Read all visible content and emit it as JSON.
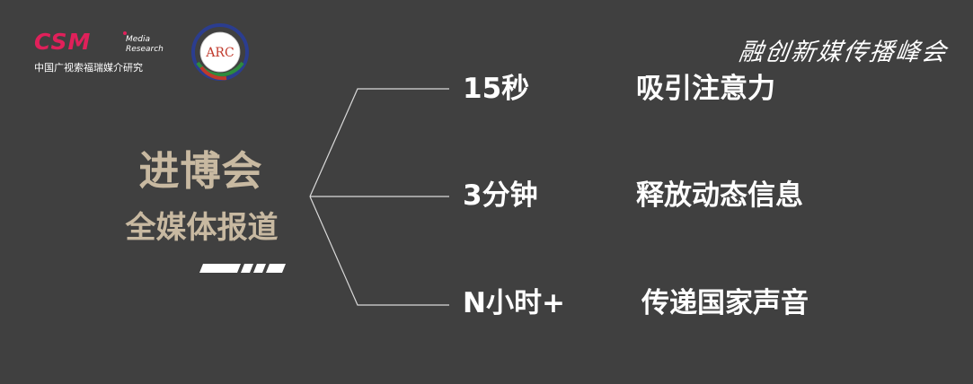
{
  "logos": {
    "csm_mark": "CSM",
    "csm_sub": "Media\nResearch",
    "csm_cn": "中国广视索福瑞媒介研究",
    "arc_mark": "ARC"
  },
  "summit_title": "融创新媒传播峰会",
  "left": {
    "title": "进博会",
    "subtitle": "全媒体报道"
  },
  "rows": [
    {
      "time": "15秒",
      "desc": "吸引注意力"
    },
    {
      "time": "3分钟",
      "desc": "释放动态信息"
    },
    {
      "time": "N小时+",
      "desc": "传递国家声音"
    }
  ],
  "colors": {
    "background": "#404040",
    "title_gold": "#c8b9a1",
    "csm_red": "#e0205a",
    "text_white": "#ffffff",
    "line": "#d9d9d9"
  }
}
